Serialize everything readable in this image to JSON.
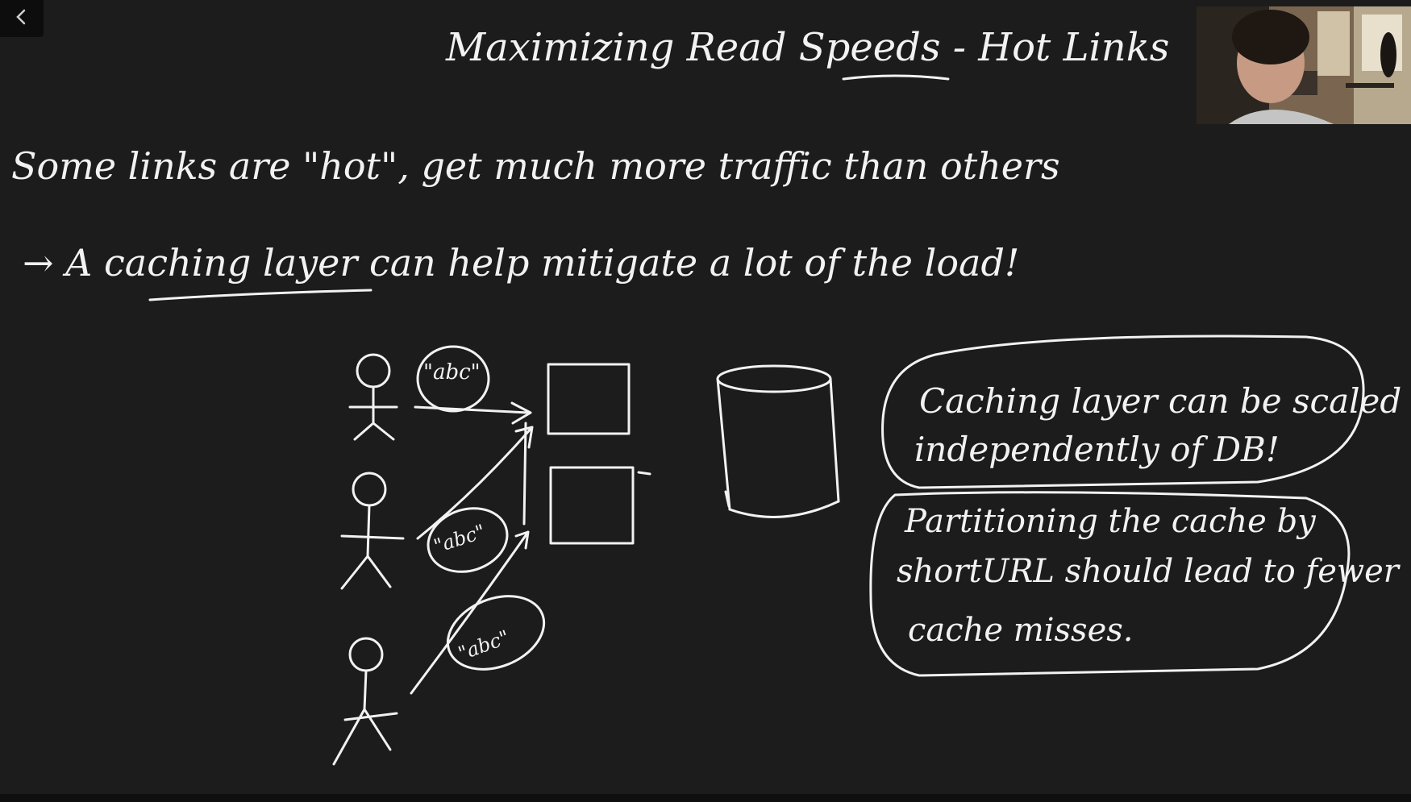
{
  "whiteboard": {
    "title": "Maximizing Read Speeds - ",
    "title_emphasis": "Hot Links",
    "line1": "Some links are \"hot\", get much more traffic than others",
    "line2_arrow": "→",
    "line2_start": "A ",
    "line2_underlined": "caching layer",
    "line2_end": " can help mitigate a lot of the load!",
    "request_label_1": "\"abc\"",
    "request_label_2": "\"abc\"",
    "request_label_3": "\"abc\"",
    "note1_line1": "Caching layer can be scaled",
    "note1_line2": "independently of DB!",
    "note2_line1": "Partitioning the cache by",
    "note2_line2": "shortURL should lead to fewer",
    "note2_line3": "cache misses."
  },
  "controls": {
    "back_icon": "chevron-left-icon"
  },
  "colors": {
    "board": "#1c1c1c",
    "ink": "#f2f2f2"
  }
}
